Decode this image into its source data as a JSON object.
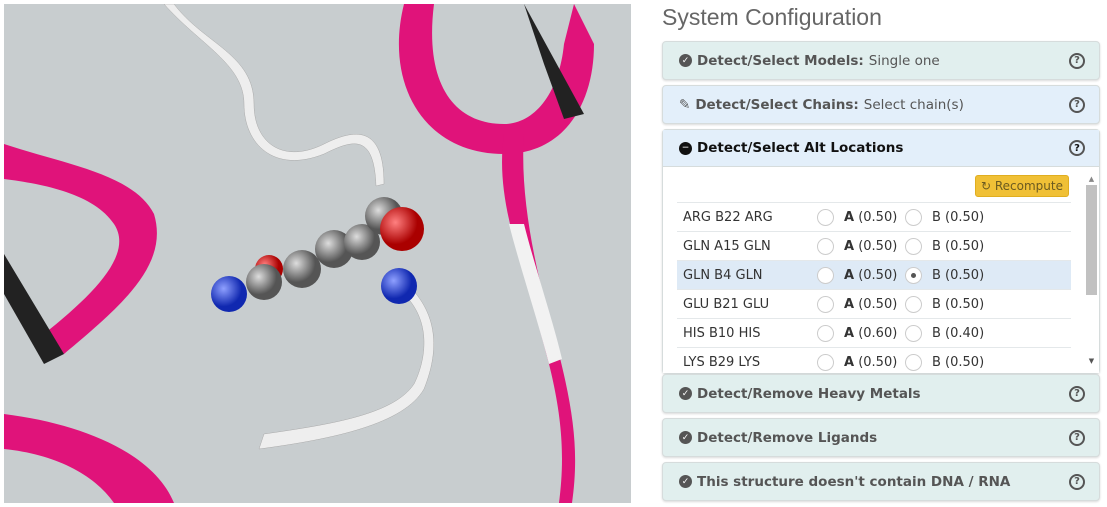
{
  "title": "System Configuration",
  "panels": {
    "models": {
      "label": "Detect/Select Models:",
      "value": "Single one"
    },
    "chains": {
      "label": "Detect/Select Chains:",
      "value": "Select chain(s)"
    },
    "alt": {
      "label": "Detect/Select Alt Locations",
      "recompute": "Recompute",
      "rows": [
        {
          "name": "ARG B22 ARG",
          "a": "A",
          "ao": "(0.50)",
          "b": "B (0.50)",
          "sel": ""
        },
        {
          "name": "GLN A15 GLN",
          "a": "A",
          "ao": "(0.50)",
          "b": "B (0.50)",
          "sel": ""
        },
        {
          "name": "GLN B4 GLN",
          "a": "A",
          "ao": "(0.50)",
          "b": "B (0.50)",
          "sel": "B"
        },
        {
          "name": "GLU B21 GLU",
          "a": "A",
          "ao": "(0.50)",
          "b": "B (0.50)",
          "sel": ""
        },
        {
          "name": "HIS B10 HIS",
          "a": "A",
          "ao": "(0.60)",
          "b": "B (0.40)",
          "sel": ""
        },
        {
          "name": "LYS B29 LYS",
          "a": "A",
          "ao": "(0.50)",
          "b": "B (0.50)",
          "sel": ""
        }
      ]
    },
    "metals": {
      "label": "Detect/Remove Heavy Metals"
    },
    "ligands": {
      "label": "Detect/Remove Ligands"
    },
    "dna": {
      "label": "This structure doesn't contain DNA / RNA"
    }
  },
  "help_glyph": "?",
  "colors": {
    "ribbon": "#e0137a",
    "atom_c": "#8a8a8a",
    "atom_o": "#e01010",
    "atom_n": "#2040e0"
  }
}
